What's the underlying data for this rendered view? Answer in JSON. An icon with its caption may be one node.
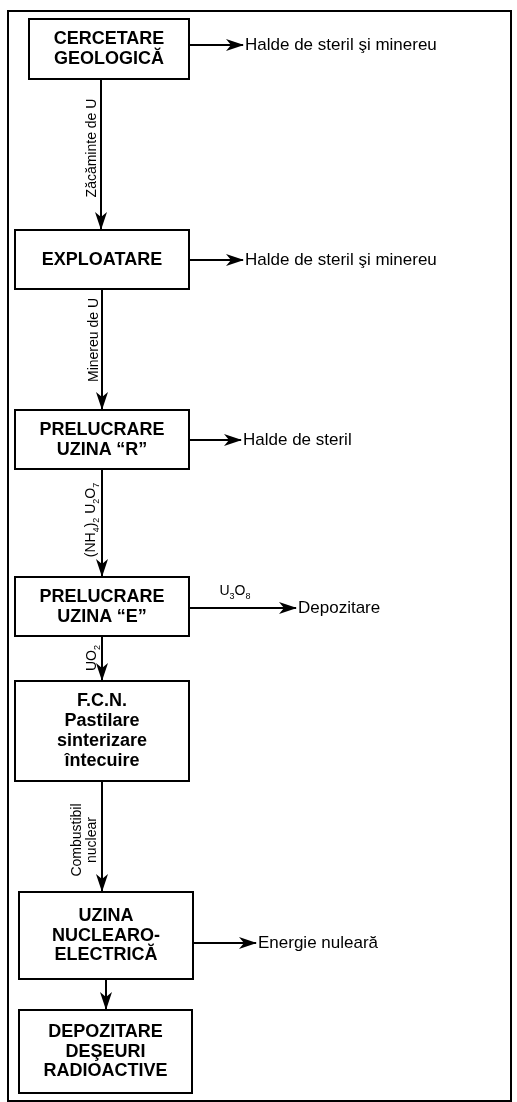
{
  "diagram": {
    "nodes": [
      {
        "text": [
          "CERCETARE GEOLOGICĂ"
        ]
      },
      {
        "text": [
          "Halde de steril şi minereu"
        ]
      },
      {
        "text": [
          "EXPLOATARE"
        ]
      },
      {
        "text": [
          "Halde de steril şi minereu"
        ]
      },
      {
        "text": [
          "PRELUCRARE UZINA “R”"
        ]
      },
      {
        "text": [
          "Halde de steril"
        ]
      },
      {
        "text": [
          "PRELUCRARE UZINA “E”"
        ]
      },
      {
        "text": [
          "Depozitare"
        ]
      },
      {
        "text": [
          "F.C.N.",
          "Pastilare sinterizare întecuire"
        ]
      },
      {
        "text": [
          "UZINA NUCLEARO-ELECTRICĂ"
        ]
      },
      {
        "text": [
          "Energie nuleară"
        ]
      },
      {
        "text": [
          "DEPOZITARE DEŞEURI RADIOACTIVE"
        ]
      }
    ],
    "edges": [
      {
        "from": 0,
        "to": 1,
        "arrow": "to"
      },
      {
        "from": 0,
        "to": 2,
        "arrow": "to",
        "label": "Zăcăminte de U"
      },
      {
        "from": 2,
        "to": 3,
        "arrow": "to"
      },
      {
        "from": 2,
        "to": 4,
        "arrow": "to",
        "label": "Minereu de U"
      },
      {
        "from": 4,
        "to": 5,
        "arrow": "to"
      },
      {
        "from": 4,
        "to": 6,
        "arrow": "to",
        "label": "(NH$_{4}$)$_{2}$ U$_{2}$O$_{7}$"
      },
      {
        "from": 6,
        "to": 7,
        "arrow": "to",
        "label": "U$_{3}$O$_{8}$"
      },
      {
        "from": 6,
        "to": 8,
        "arrow": "to",
        "label": "UO$_{2}$"
      },
      {
        "from": 8,
        "to": 9,
        "arrow": "to",
        "label": "Combustibil nuclear"
      },
      {
        "from": 9,
        "to": 10,
        "arrow": "to"
      },
      {
        "from": 9,
        "to": 11,
        "arrow": "to"
      }
    ]
  }
}
